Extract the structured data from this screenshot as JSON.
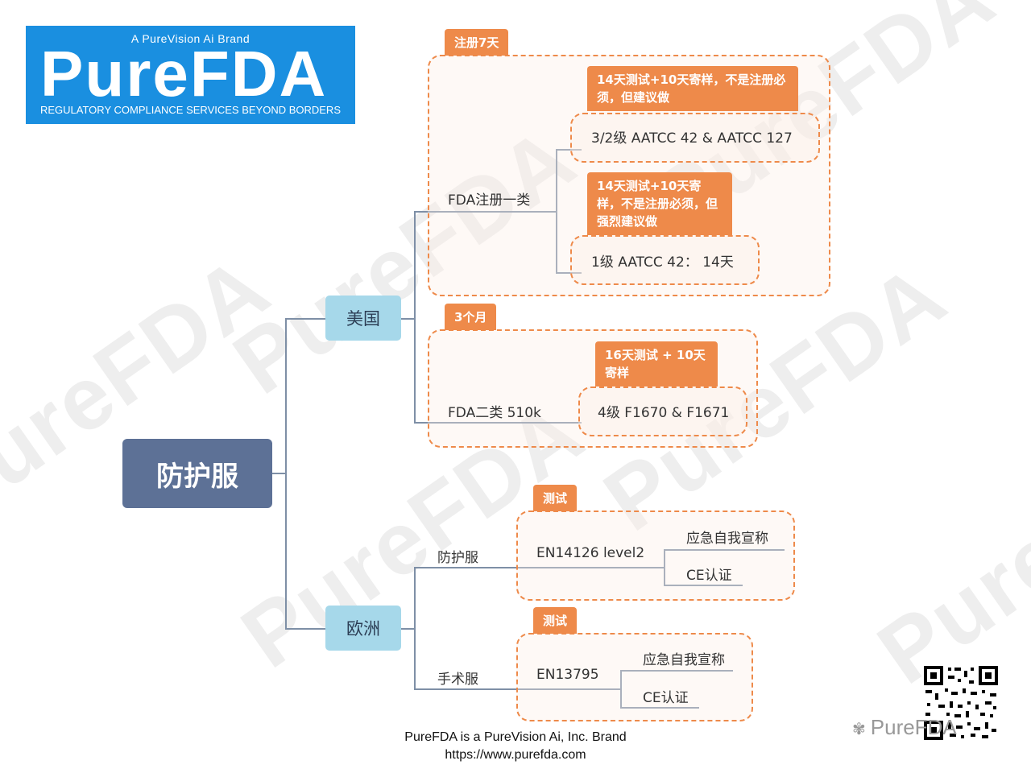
{
  "logo": {
    "tagline_top": "A PureVision Ai Brand",
    "name": "PureFDA",
    "tagline_bottom": "REGULATORY COMPLIANCE SERVICES BEYOND BORDERS"
  },
  "watermark": "PureFDA",
  "root": "防护服",
  "us": {
    "label": "美国",
    "class1": {
      "label": "FDA注册一类",
      "boundary_tag": "注册7天",
      "items": [
        {
          "callout": "14天测试+10天寄样，不是注册必须，但建议做",
          "text": "3/2级  AATCC 42 &  AATCC 127"
        },
        {
          "callout": "14天测试+10天寄样，不是注册必须，但强烈建议做",
          "text": "1级  AATCC 42： 14天"
        }
      ]
    },
    "class2": {
      "label": "FDA二类 510k",
      "boundary_tag": "3个月",
      "items": [
        {
          "callout": "16天测试 + 10天寄样",
          "text": "4级 F1670 & F1671"
        }
      ]
    }
  },
  "eu": {
    "label": "欧洲",
    "protective": {
      "label": "防护服",
      "boundary_tag": "测试",
      "standard": "EN14126 level2",
      "leaves": [
        "应急自我宣称",
        "CE认证"
      ]
    },
    "surgical": {
      "label": "手术服",
      "boundary_tag": "测试",
      "standard": "EN13795",
      "leaves": [
        "应急自我宣称",
        "CE认证"
      ]
    }
  },
  "footer": {
    "line1": "PureFDA is a PureVision Ai, Inc. Brand",
    "line2": "https://www.purefda.com"
  },
  "wechat_label": "PureFDA",
  "colors": {
    "root": "#5d7196",
    "country": "#a6d8ea",
    "accent": "#ee8a4a",
    "line": "#7e8fa6",
    "logo_bg": "#1a8fe0"
  }
}
